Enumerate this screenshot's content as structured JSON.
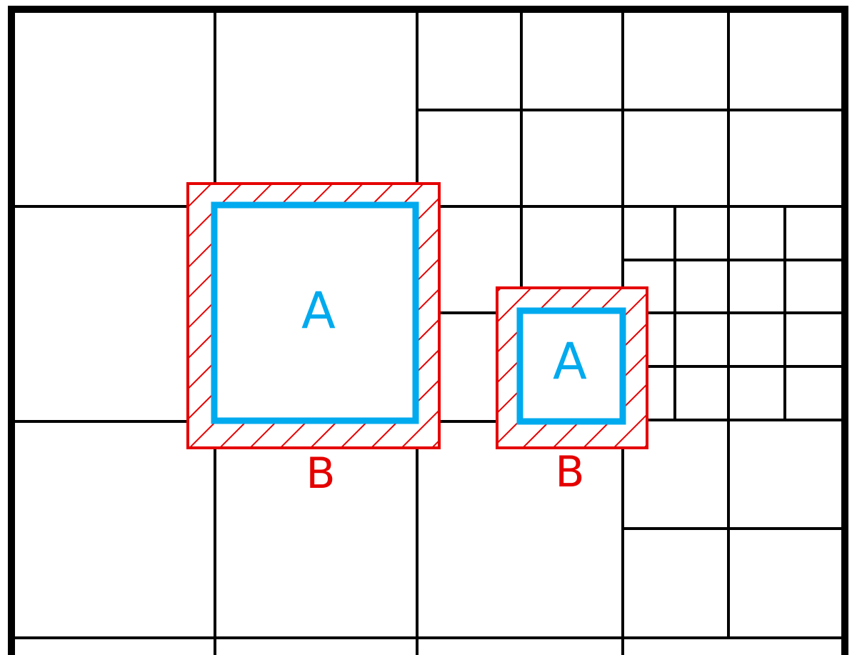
{
  "colors": {
    "grid": "#000000",
    "region_a": "#00aaee",
    "region_b": "#e50000"
  },
  "regions": [
    {
      "inner_label": "A",
      "outer_label": "B",
      "outer_fill": "hatched",
      "inner_fill": "white"
    },
    {
      "inner_label": "A",
      "outer_label": "B",
      "outer_fill": "hatched",
      "inner_fill": "white"
    }
  ]
}
